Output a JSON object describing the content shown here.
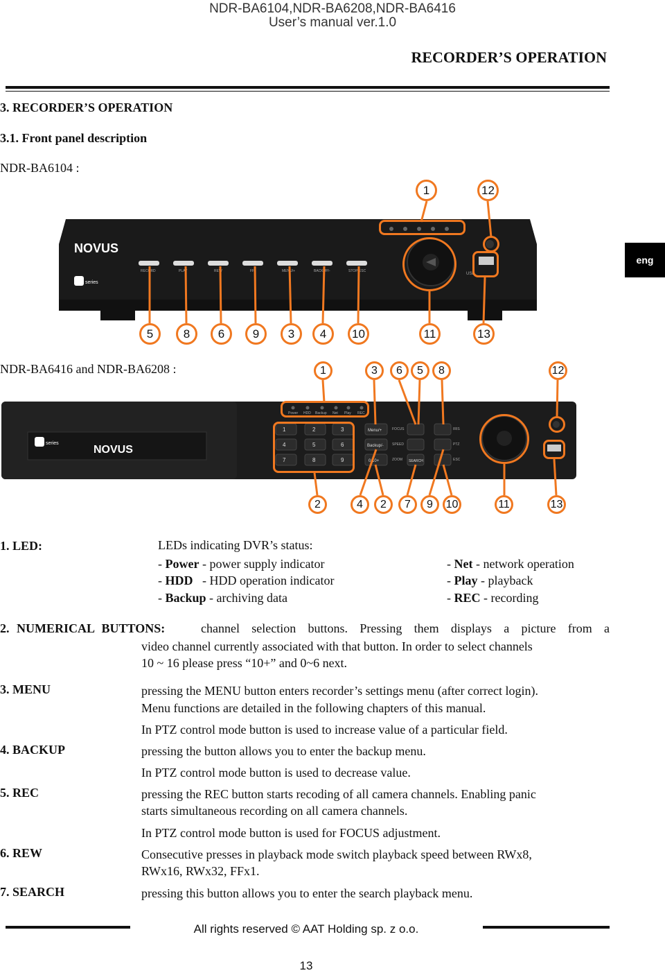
{
  "header": {
    "models": "NDR-BA6104,NDR-BA6208,NDR-BA6416",
    "manual": "User’s manual ver.1.0",
    "section": "RECORDER’S OPERATION"
  },
  "side_tab": "eng",
  "headings": {
    "chapter": "3. RECORDER’S OPERATION",
    "sub": "3.1. Front panel description"
  },
  "device1": {
    "label": "NDR-BA6104 :",
    "top_callouts": [
      "1",
      "12"
    ],
    "bottom_callouts": [
      "5",
      "8",
      "6",
      "9",
      "3",
      "4",
      "10",
      "11",
      "13"
    ],
    "brand": "NOVUS",
    "series": "series",
    "buttons": [
      "RECORD",
      "PLAY",
      "REW",
      "FF",
      "MENU/+",
      "BACKUP/-",
      "STOP/ESC"
    ]
  },
  "device2": {
    "label": "NDR-BA6416 and NDR-BA6208 :",
    "top_callouts": [
      "1",
      "3",
      "6",
      "5",
      "8",
      "12"
    ],
    "bottom_callouts": [
      "2",
      "4",
      "2",
      "7",
      "9",
      "10",
      "11",
      "13"
    ],
    "brand": "NOVUS",
    "series": "series",
    "leds": [
      "Power",
      "HDD",
      "Backup",
      "Net",
      "Play",
      "REC"
    ],
    "keypad": [
      "1",
      "2",
      "3",
      "4",
      "5",
      "6",
      "7",
      "8",
      "9"
    ],
    "menu_keys": [
      "Menu/+",
      "Backup/-",
      "0/10+"
    ],
    "labels": [
      "FOCUS",
      "SPEED",
      "ZOOM",
      "IRIS",
      "PTZ",
      "ESC"
    ],
    "search_key": "SEARCH"
  },
  "items": {
    "led": {
      "num": "1. LED:",
      "intro": "LEDs indicating DVR’s status:",
      "left": [
        {
          "b": "Power",
          "t": "- power supply indicator"
        },
        {
          "b": "HDD",
          "t": "- HDD operation indicator"
        },
        {
          "b": "Backup",
          "t": "- archiving data"
        }
      ],
      "right": [
        {
          "b": "Net",
          "t": "- network operation"
        },
        {
          "b": "Play",
          "t": "- playback"
        },
        {
          "b": "REC",
          "t": "- recording"
        }
      ]
    },
    "numerical": {
      "num": "2. NUMERICAL BUTTONS:",
      "first": "channel selection buttons. Pressing them displays a picture from a",
      "rest1": "video channel currently associated with that button. In order to select channels",
      "rest2": "10 ~ 16 please press “10+” and 0~6 next."
    },
    "menu": {
      "num": "3. MENU",
      "l1": "pressing the MENU button enters recorder’s settings menu (after correct login).",
      "l2": "Menu functions are detailed in the following chapters of this manual.",
      "l3": "In PTZ control mode button is used to increase value of a particular field."
    },
    "backup": {
      "num": "4. BACKUP",
      "l1": "pressing the button allows you to enter the backup menu.",
      "l2": "In PTZ control mode button is used to decrease value."
    },
    "rec": {
      "num": "5. REC",
      "l1": "pressing the REC button starts recoding of all camera channels. Enabling panic",
      "l2": "starts simultaneous recording on all camera channels.",
      "l3": "In PTZ control mode button is used for FOCUS adjustment."
    },
    "rew": {
      "num": "6. REW",
      "l1": "Consecutive presses in playback mode switch playback speed between RWx8,",
      "l2": "RWx16, RWx32, FFx1."
    },
    "search": {
      "num": "7. SEARCH",
      "l1": "pressing this button allows you to enter the search playback menu."
    }
  },
  "footer": {
    "text": "All rights reserved © AAT Holding sp. z o.o.",
    "page": "13"
  }
}
